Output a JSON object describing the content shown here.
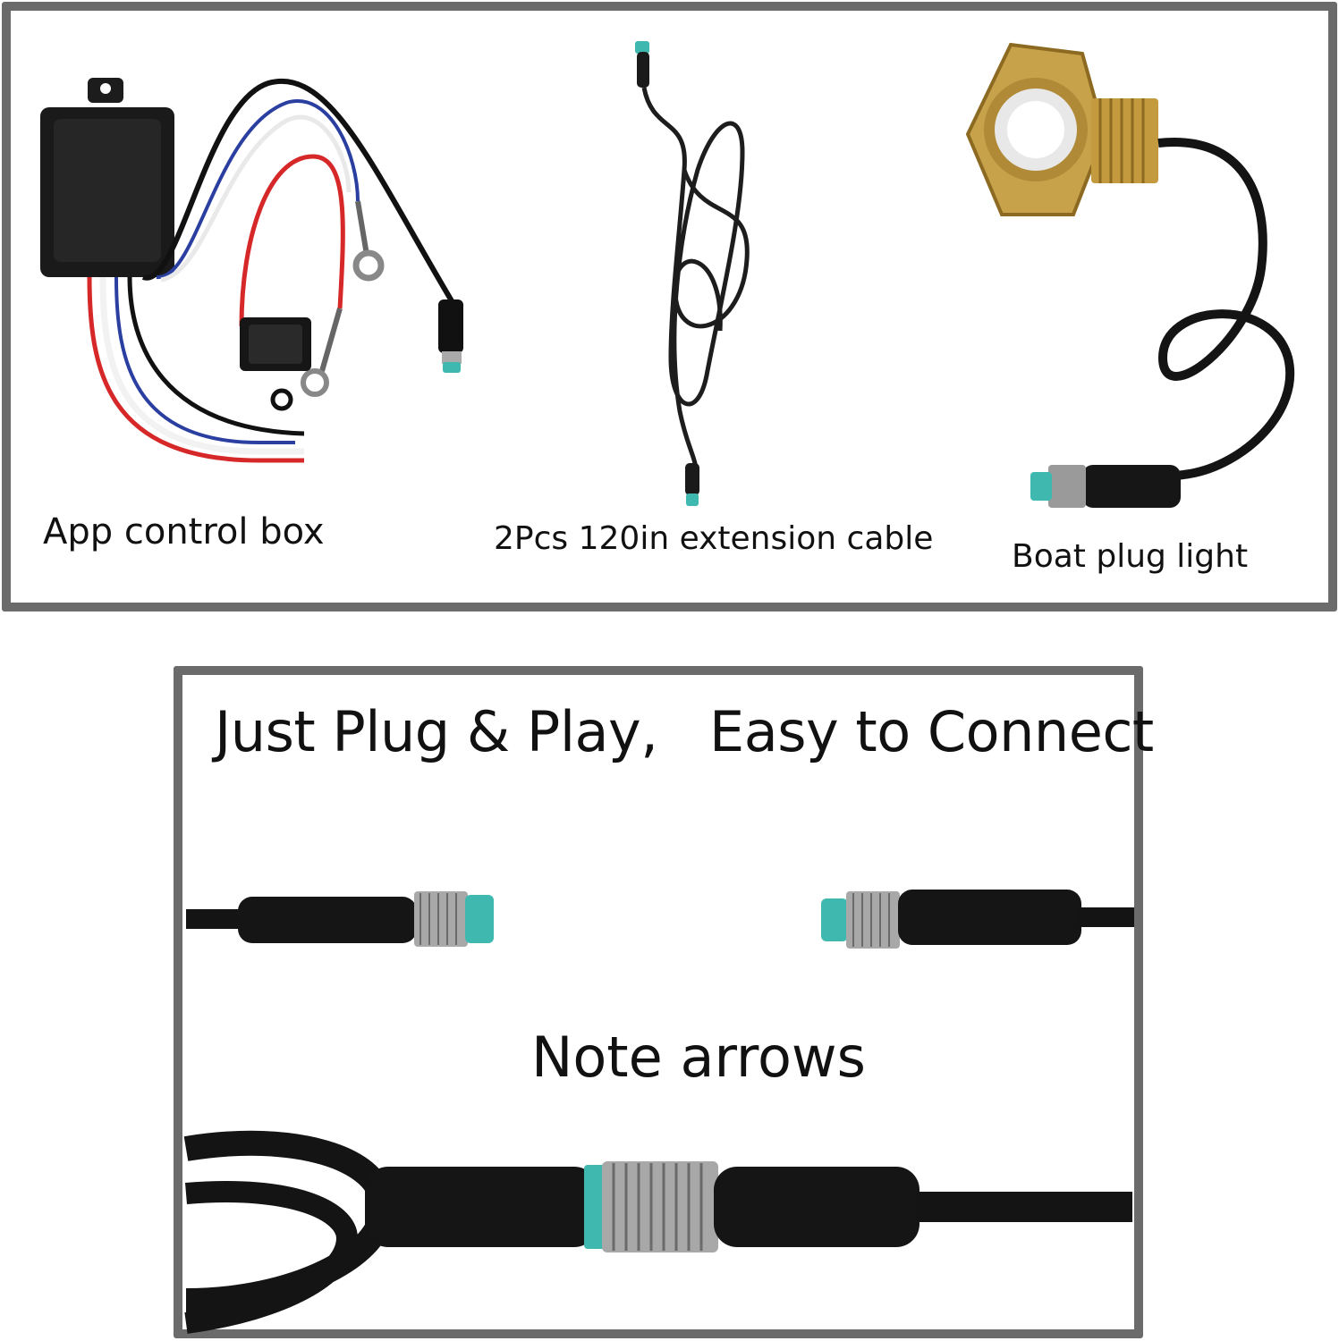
{
  "top_panel": {
    "items": [
      {
        "label": "App control box",
        "icon": "control-box-with-wiring-harness"
      },
      {
        "label": "2Pcs 120in extension cable",
        "icon": "coiled-extension-cable"
      },
      {
        "label": "Boat plug light",
        "icon": "brass-boat-plug-light"
      }
    ]
  },
  "bottom_panel": {
    "headline": "Just Plug & Play,   Easy to Connect",
    "note": "Note arrows",
    "images": [
      "male-connector",
      "female-connector",
      "joined-connectors"
    ]
  },
  "colors": {
    "frame": "#6b6b6b",
    "cable": "#111111",
    "connector_tip": "#3fb8b0",
    "brass": "#c8a24a",
    "red_wire": "#d62828",
    "blue_wire": "#2a3fa0"
  }
}
